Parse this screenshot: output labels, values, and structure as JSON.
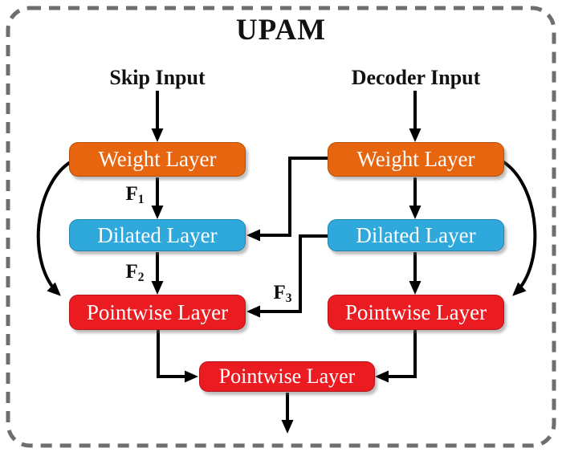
{
  "title": "UPAM",
  "colors": {
    "orange": "#E8650F",
    "blue": "#2FA8DC",
    "red": "#EA1C22",
    "arrow": "#000000",
    "frame": "#6E6E6E",
    "box_text": "#FFFFFF",
    "text": "#111111"
  },
  "inputs": {
    "skip": "Skip Input",
    "decoder": "Decoder Input"
  },
  "skip_branch": {
    "weight": "Weight Layer",
    "dilated": "Dilated Layer",
    "pointwise": "Pointwise Layer"
  },
  "decoder_branch": {
    "weight": "Weight Layer",
    "dilated": "Dilated Layer",
    "pointwise": "Pointwise Layer"
  },
  "fusion": {
    "pointwise": "Pointwise Layer"
  },
  "feature_labels": {
    "f1": {
      "base": "F",
      "sub": "1"
    },
    "f2": {
      "base": "F",
      "sub": "2"
    },
    "f3": {
      "base": "F",
      "sub": "3"
    }
  }
}
